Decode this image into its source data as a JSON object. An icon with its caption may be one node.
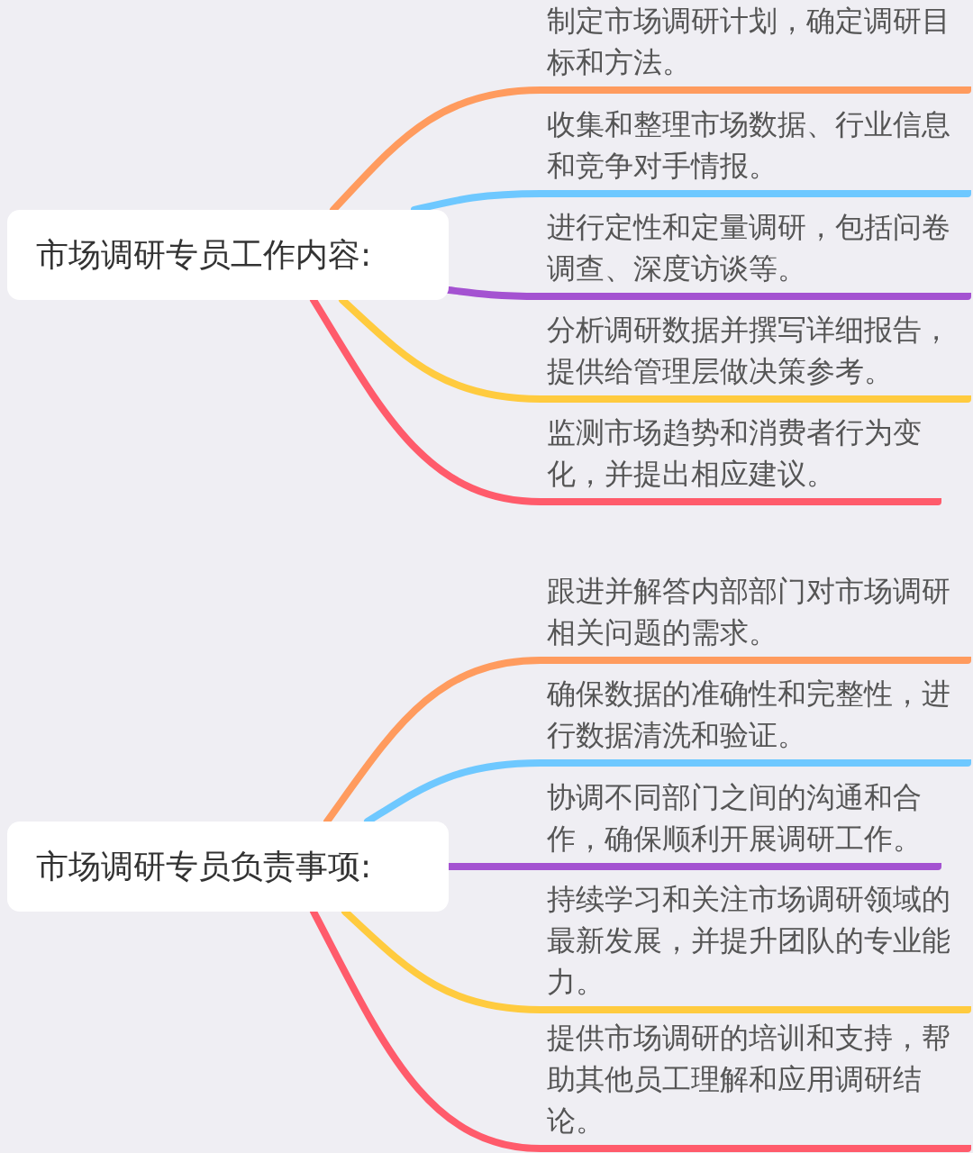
{
  "diagram": {
    "nodes": [
      {
        "text": [
          "市场调研专员工作内容:"
        ]
      },
      {
        "text": [
          "制定市场调研计划，确定调研目标和方法。"
        ]
      },
      {
        "text": [
          "收集和整理市场数据、行业信息和竞争对手情报。"
        ]
      },
      {
        "text": [
          "进行定性和定量调研，包括问卷调查、深度访谈等。"
        ]
      },
      {
        "text": [
          "分析调研数据并撰写详细报告，提供给管理层做决策参考。"
        ]
      },
      {
        "text": [
          "监测市场趋势和消费者行为变化，并提出相应建议。"
        ]
      },
      {
        "text": [
          "市场调研专员负责事项:"
        ]
      },
      {
        "text": [
          "跟进并解答内部部门对市场调研相关问题的需求。"
        ]
      },
      {
        "text": [
          "确保数据的准确性和完整性，进行数据清洗和验证。"
        ]
      },
      {
        "text": [
          "协调不同部门之间的沟通和合作，确保顺利开展调研工作。"
        ]
      },
      {
        "text": [
          "持续学习和关注市场调研领域的最新发展，并提升团队的专业能力。"
        ]
      },
      {
        "text": [
          "提供市场调研的培训和支持，帮助其他员工理解和应用调研结论。"
        ]
      }
    ],
    "edges": [
      {
        "from": 0,
        "to": 1,
        "arrow": "none",
        "color": "#ff9b5e"
      },
      {
        "from": 0,
        "to": 2,
        "arrow": "none",
        "color": "#6ec8ff"
      },
      {
        "from": 0,
        "to": 3,
        "arrow": "none",
        "color": "#a452d1"
      },
      {
        "from": 0,
        "to": 4,
        "arrow": "none",
        "color": "#ffcb3f"
      },
      {
        "from": 0,
        "to": 5,
        "arrow": "none",
        "color": "#ff5b6b"
      },
      {
        "from": 6,
        "to": 7,
        "arrow": "none",
        "color": "#ff9b5e"
      },
      {
        "from": 6,
        "to": 8,
        "arrow": "none",
        "color": "#6ec8ff"
      },
      {
        "from": 6,
        "to": 9,
        "arrow": "none",
        "color": "#a452d1"
      },
      {
        "from": 6,
        "to": 10,
        "arrow": "none",
        "color": "#ffcb3f"
      },
      {
        "from": 6,
        "to": 11,
        "arrow": "none",
        "color": "#ff5b6b"
      }
    ]
  }
}
